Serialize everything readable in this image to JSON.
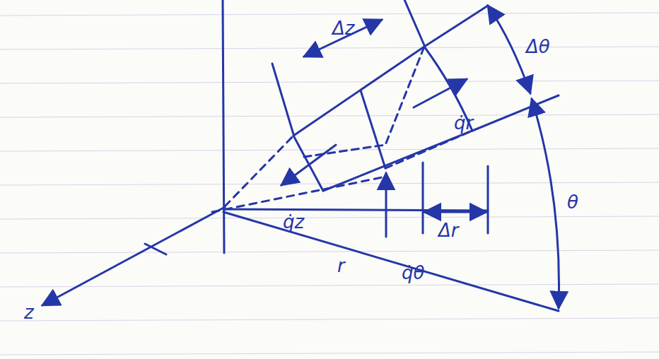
{
  "diagram": {
    "labels": [
      "Δz",
      "Δθ",
      "q̇r",
      "q̇z",
      "r",
      "Δr",
      "q̇θ",
      "θ",
      "z"
    ]
  }
}
